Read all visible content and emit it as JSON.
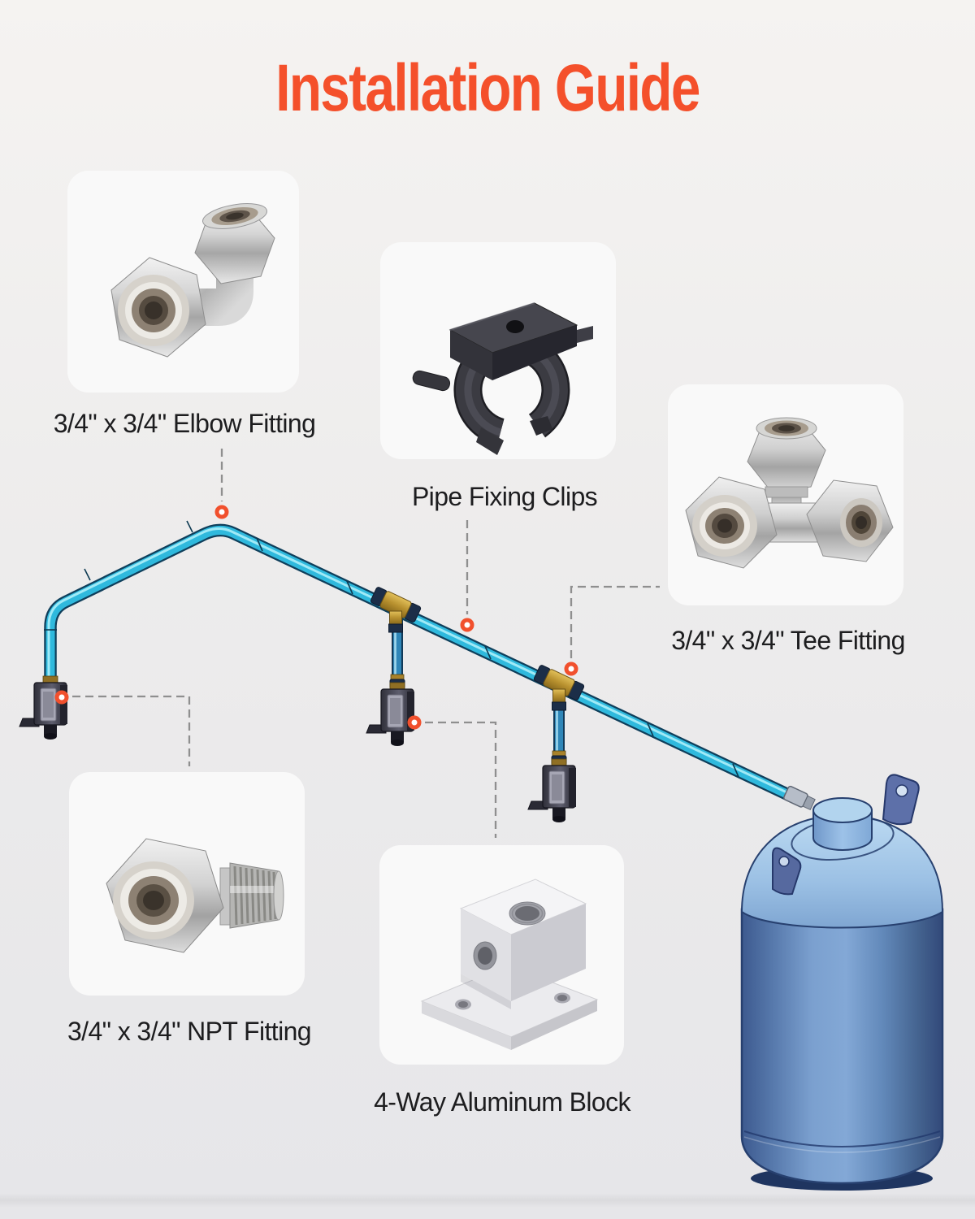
{
  "page": {
    "title": "Installation Guide"
  },
  "colors": {
    "title_accent": "#F4502B",
    "label_text": "#1D1D1F",
    "card_background": "#F9F9F9",
    "background_top": "#F5F3F1",
    "background_bottom": "#E6E6E9",
    "pipe_cyan": "#2FB9DD",
    "pipe_outline": "#0F3F5B",
    "drop_pipe_blue": "#2F86B8",
    "brass_fitting": "#C8A23A",
    "tank_body_blue": "#7BA0CF",
    "tank_dome_blue": "#9BC0E4",
    "marker_ring": "#F1502D",
    "leader_line": "#8F8F8F"
  },
  "cards": [
    {
      "id": "elbow-fitting",
      "image": "elbow-fitting-photo",
      "label": "3/4\" x 3/4\" Elbow Fitting"
    },
    {
      "id": "pipe-fixing-clips",
      "image": "pipe-fixing-clip-photo",
      "label": "Pipe Fixing Clips"
    },
    {
      "id": "tee-fitting",
      "image": "tee-fitting-photo",
      "label": "3/4\" x 3/4\" Tee Fitting"
    },
    {
      "id": "npt-fitting",
      "image": "npt-fitting-photo",
      "label": "3/4\" x 3/4\" NPT Fitting"
    },
    {
      "id": "aluminum-block",
      "image": "aluminum-block-photo",
      "label": "4-Way Aluminum Block"
    }
  ],
  "diagram": {
    "markers": [
      {
        "name": "elbow-fitting-marker"
      },
      {
        "name": "pipe-fixing-clip-marker"
      },
      {
        "name": "tee-fitting-marker"
      },
      {
        "name": "aluminum-block-marker"
      },
      {
        "name": "npt-fitting-marker"
      }
    ]
  }
}
